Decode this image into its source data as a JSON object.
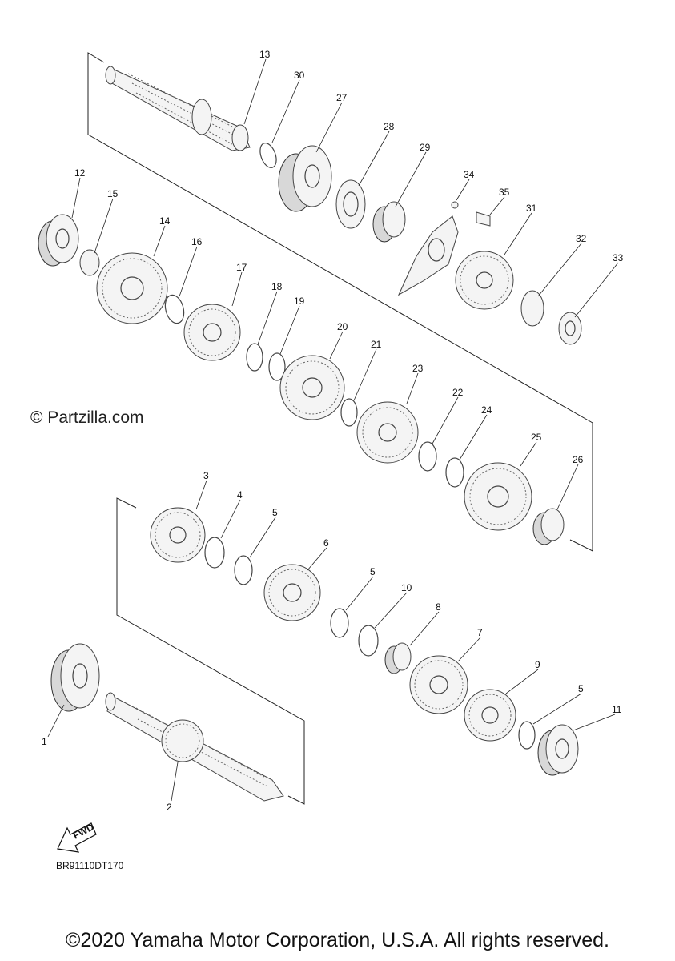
{
  "watermark": "© Partzilla.com",
  "diagram_code": "BR91110DT170",
  "fwd_label": "FWD",
  "copyright": "©2020 Yamaha Motor Corporation, U.S.A. All rights reserved.",
  "callouts": [
    "13",
    "30",
    "27",
    "28",
    "29",
    "34",
    "35",
    "31",
    "32",
    "33",
    "12",
    "15",
    "14",
    "16",
    "17",
    "18",
    "19",
    "20",
    "21",
    "23",
    "22",
    "24",
    "25",
    "26",
    "3",
    "4",
    "5",
    "6",
    "5",
    "10",
    "8",
    "7",
    "9",
    "5",
    "11",
    "1",
    "2"
  ]
}
